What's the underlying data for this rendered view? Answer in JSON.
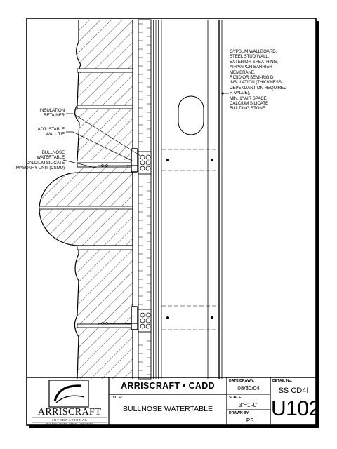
{
  "notes": {
    "material_lines": [
      "GYPSUM WALLBOARD,",
      "STEEL STUD WALL,",
      "EXTERIOR SHEATHING,",
      "AIR/VAPOR BARRIER",
      "MEMBRANE,",
      "RIGID OR SEMI-RIGID",
      "INSULATION (THICKNESS",
      "DEPENDANT ON REQUIRED",
      "R-VALUE),",
      "MIN. 1\" AIR SPACE,",
      "CALCIUM SILICATE",
      "BUILDING STONE."
    ],
    "insulation_retainer": [
      "INSULATION",
      "RETAINER"
    ],
    "adjustable_wall_tie": [
      "ADJUSTABLE",
      "WALL TIE"
    ],
    "bullnose_unit": [
      "BULLNOSE WATERTABLE",
      "CALCIUM SILICATE",
      "MASONRY UNIT (CSMU)"
    ]
  },
  "title_block": {
    "logo_name": "ARRISCRAFT",
    "logo_intl": "I N T E R N A T I O N A L",
    "logo_tagline": "BUILDING STONE · BRICK · LIMESTONE",
    "company": "ARRISCRAFT • CADD",
    "title_label": "TITLE:",
    "title": "BULLNOSE WATERTABLE",
    "date_label": "DATE DRAWN:",
    "date": "08/30/04",
    "scale_label": "SCALE:",
    "scale": "3\"=1'-0\"",
    "drawn_by_label": "DRAWN BY:",
    "drawn_by": "LPS",
    "detail_label": "DETAIL No:",
    "detail_code": "SS CD4I",
    "detail_number": "U102"
  }
}
